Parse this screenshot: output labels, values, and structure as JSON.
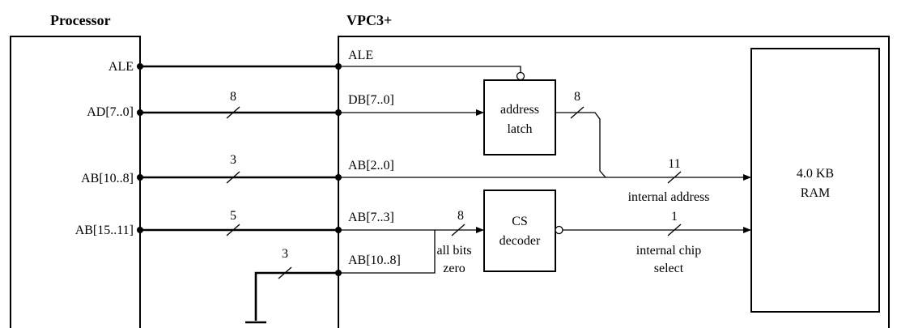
{
  "headers": {
    "processor": "Processor",
    "vpc": "VPC3+"
  },
  "processor_pins": {
    "ale": "ALE",
    "ad": "AD[7..0]",
    "ab_high": "AB[10..8]",
    "ab_top": "AB[15..11]"
  },
  "vpc_pins": {
    "ale": "ALE",
    "db": "DB[7..0]",
    "ab_low": "AB[2..0]",
    "ab_mid": "AB[7..3]",
    "ab_high": "AB[10..8]"
  },
  "bus_widths": {
    "ad": "8",
    "ab_high": "3",
    "ab_top": "5",
    "ground": "3",
    "latch_out": "8",
    "cs_in": "8",
    "internal_address": "11",
    "internal_cs": "1"
  },
  "blocks": {
    "latch_line1": "address",
    "latch_line2": "latch",
    "cs_line1": "CS",
    "cs_line2": "decoder",
    "ram_line1": "4.0 KB",
    "ram_line2": "RAM"
  },
  "labels": {
    "zero_line1": "all bits",
    "zero_line2": "zero",
    "internal_address": "internal address",
    "internal_cs_line1": "internal chip",
    "internal_cs_line2": "select"
  }
}
